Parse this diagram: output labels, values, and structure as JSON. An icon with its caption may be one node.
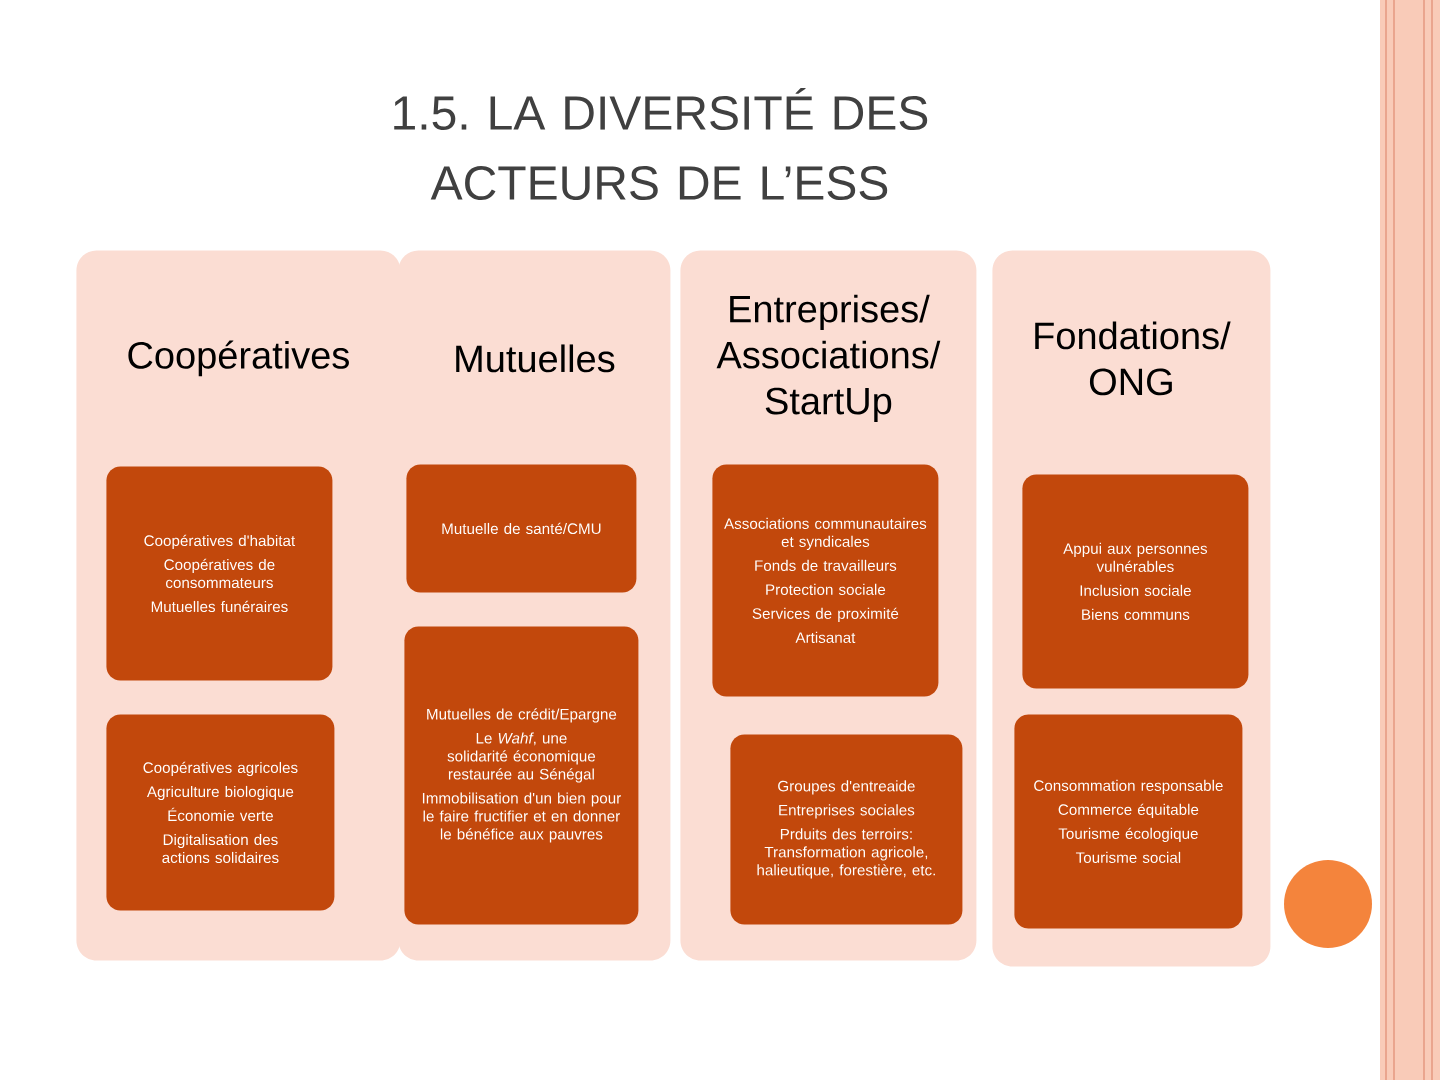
{
  "diagram": {
    "title": "1.5. LA DIVERSITÉ DES ACTEURS DE L’ESS",
    "nodes": [
      {
        "text": [
          "Coopératives"
        ]
      },
      {
        "text": [
          "Coopératives d'habitat",
          "Coopératives de consommateurs",
          "Mutuelles funéraires"
        ],
        "in": 0
      },
      {
        "text": [
          "Coopératives agricoles",
          "Agriculture biologique",
          "Économie verte",
          "Digitalisation des actions solidaires"
        ],
        "in": 0
      },
      {
        "text": [
          "Mutuelles"
        ]
      },
      {
        "text": [
          "Mutuelle de santé/CMU"
        ],
        "in": 3
      },
      {
        "text": [
          "Mutuelles de crédit/Epargne",
          "Le *Wahf*, une solidarité économique restaurée au Sénégal",
          "Immobilisation d'un bien pour le faire fructifier et en donner le bénéfice aux pauvres"
        ],
        "in": 3
      },
      {
        "text": [
          "Entreprises/Associations/StartUp"
        ]
      },
      {
        "text": [
          "Associations communautaires et syndicales",
          "Fonds de travailleurs",
          "Protection sociale",
          "Services de proximité",
          "Artisanat"
        ],
        "in": 6
      },
      {
        "text": [
          "Groupes d'entreaide",
          "Entreprises sociales",
          "Prduits des terroirs: Transformation agricole, halieutique, forestière, etc."
        ],
        "in": 6
      },
      {
        "text": [
          "Fondations/ONG"
        ]
      },
      {
        "text": [
          "Appui aux personnes vulnérables",
          "Inclusion sociale",
          "Biens communs"
        ],
        "in": 9
      },
      {
        "text": [
          "Consommation responsable",
          "Commerce équitable",
          "Tourisme écologique",
          "Tourisme social"
        ],
        "in": 9
      }
    ]
  }
}
